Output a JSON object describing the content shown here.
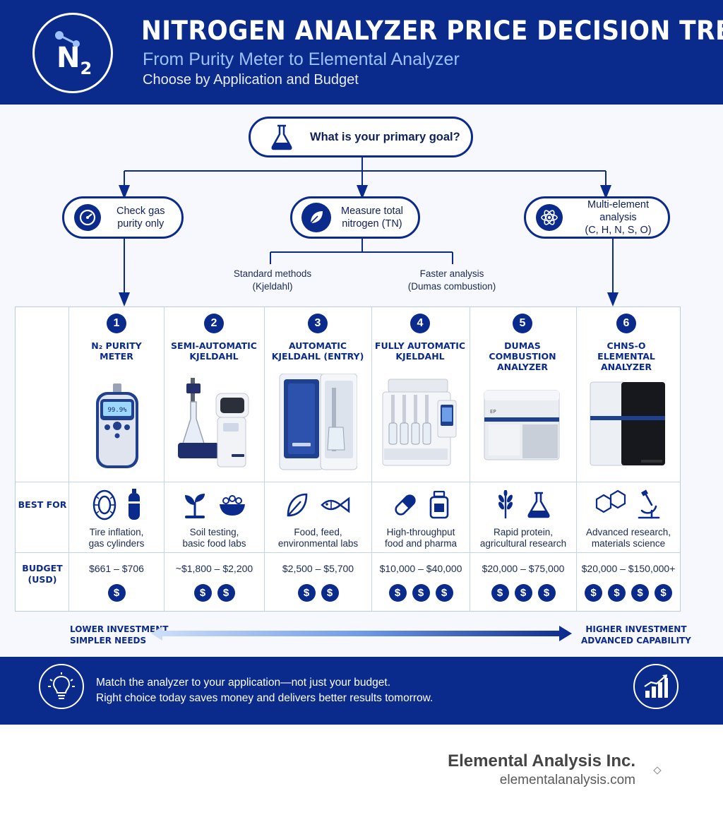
{
  "header": {
    "logo_main": "N",
    "logo_sub": "2",
    "title": "NITROGEN ANALYZER PRICE DECISION TREE",
    "subtitle": "From Purity Meter to Elemental Analyzer",
    "tagline": "Choose by Application and Budget"
  },
  "tree": {
    "root": {
      "label": "What is your primary goal?",
      "icon": "flask-icon"
    },
    "goals": [
      {
        "label_line1": "Check gas",
        "label_line2": "purity only",
        "icon": "gauge-icon"
      },
      {
        "label_line1": "Measure total",
        "label_line2": "nitrogen (TN)",
        "icon": "leaf-icon"
      },
      {
        "label_line1": "Multi-element analysis",
        "label_line2": "(C, H, N, S, O)",
        "icon": "atom-icon"
      }
    ],
    "branches": [
      {
        "line1": "Standard methods",
        "line2": "(Kjeldahl)"
      },
      {
        "line1": "Faster analysis",
        "line2": "(Dumas combustion)"
      }
    ]
  },
  "table": {
    "best_for_label": "BEST FOR",
    "budget_label_line1": "BUDGET",
    "budget_label_line2": "(USD)",
    "products": [
      {
        "number": "1",
        "name_lines": [
          "N₂ PURITY",
          "METER"
        ],
        "best_for": [
          "Tire inflation,",
          "gas cylinders"
        ],
        "best_icons": [
          "tire-icon",
          "gas-cylinder-icon"
        ],
        "budget": "$661 – $706",
        "cost_level": 1
      },
      {
        "number": "2",
        "name_lines": [
          "SEMI-AUTOMATIC",
          "KJELDAHL"
        ],
        "best_for": [
          "Soil testing,",
          "basic food labs"
        ],
        "best_icons": [
          "seedling-icon",
          "food-bowl-icon"
        ],
        "budget": "~$1,800 – $2,200",
        "cost_level": 2
      },
      {
        "number": "3",
        "name_lines": [
          "AUTOMATIC",
          "KJELDAHL (ENTRY)"
        ],
        "best_for": [
          "Food, feed,",
          "environmental labs"
        ],
        "best_icons": [
          "leaf-icon",
          "fish-icon"
        ],
        "budget": "$2,500 – $5,700",
        "cost_level": 2
      },
      {
        "number": "4",
        "name_lines": [
          "FULLY AUTOMATIC",
          "KJELDAHL"
        ],
        "best_for": [
          "High-throughput",
          "food and pharma"
        ],
        "best_icons": [
          "capsule-icon",
          "medicine-bottle-icon"
        ],
        "budget": "$10,000 – $40,000",
        "cost_level": 3
      },
      {
        "number": "5",
        "name_lines": [
          "DUMAS",
          "COMBUSTION",
          "ANALYZER"
        ],
        "best_for": [
          "Rapid protein,",
          "agricultural research"
        ],
        "best_icons": [
          "wheat-icon",
          "flask-icon"
        ],
        "budget": "$20,000 – $75,000",
        "cost_level": 3
      },
      {
        "number": "6",
        "name_lines": [
          "CHNS-O",
          "ELEMENTAL",
          "ANALYZER"
        ],
        "best_for": [
          "Advanced research,",
          "materials science"
        ],
        "best_icons": [
          "molecule-icon",
          "microscope-icon"
        ],
        "budget": "$20,000 – $150,000+",
        "cost_level": 4
      }
    ],
    "coin_symbol": "$"
  },
  "scale": {
    "low_line1": "LOWER INVESTMENT",
    "low_line2": "SIMPLER NEEDS",
    "high_line1": "HIGHER INVESTMENT",
    "high_line2": "ADVANCED CAPABILITY"
  },
  "footer": {
    "line1": "Match the analyzer to your application—not just your budget.",
    "line2": "Right choice today saves money and delivers better results tomorrow.",
    "left_icon": "lightbulb-icon",
    "right_icon": "growth-chart-icon"
  },
  "company": {
    "name": "Elemental Analysis Inc.",
    "url": "elementalanalysis.com"
  },
  "colors": {
    "primary": "#0a2a8c",
    "accent_light": "#9fc0ff",
    "background": "#f6f8fd"
  }
}
